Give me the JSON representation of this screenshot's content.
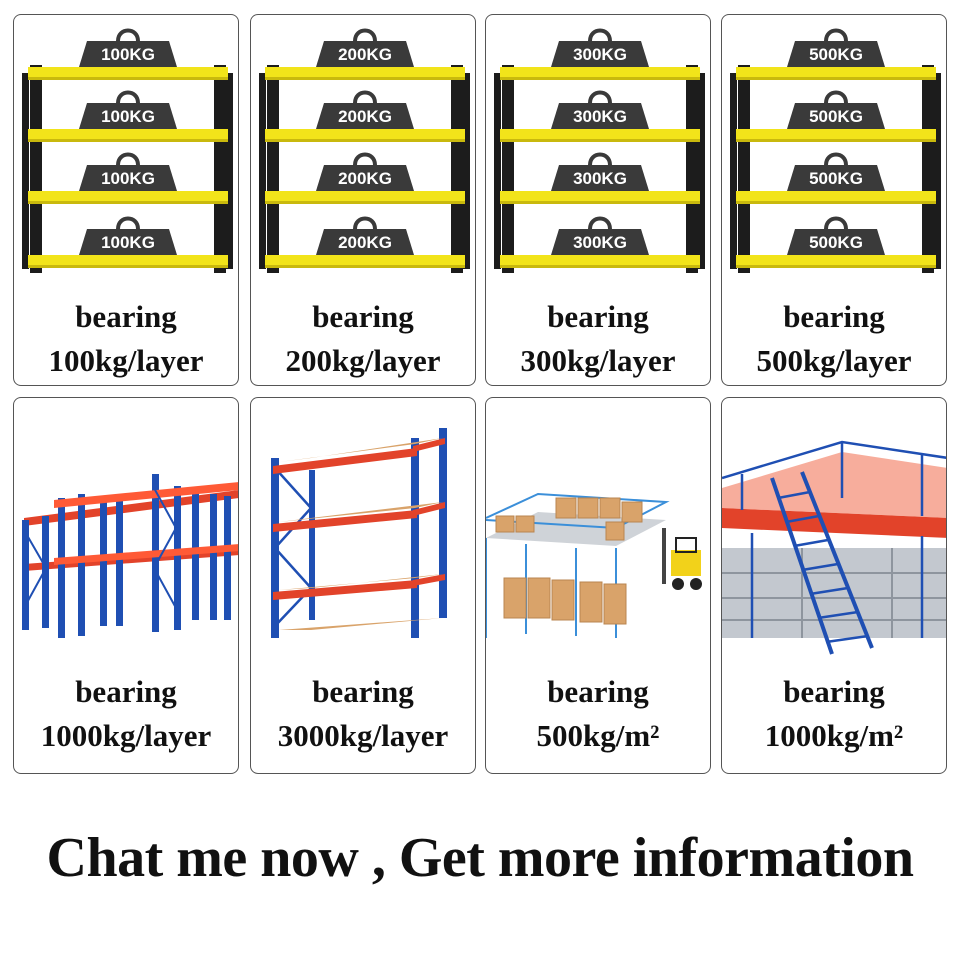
{
  "colors": {
    "yellow": "#f2e41a",
    "rack_black": "#1c1c1c",
    "weight": "#3a3a3a",
    "blue": "#1f4fb3",
    "red": "#e2432a",
    "box": "#d9a36a"
  },
  "cards": [
    {
      "weight_label": "100KG",
      "caption_line1": "bearing",
      "caption_line2": "100kg/layer"
    },
    {
      "weight_label": "200KG",
      "caption_line1": "bearing",
      "caption_line2": "200kg/layer"
    },
    {
      "weight_label": "300KG",
      "caption_line1": "bearing",
      "caption_line2": "300kg/layer"
    },
    {
      "weight_label": "500KG",
      "caption_line1": "bearing",
      "caption_line2": "500kg/layer"
    },
    {
      "caption_line1": "bearing",
      "caption_line2": "1000kg/layer",
      "illustration": "heavy-duty-pallet-rack"
    },
    {
      "caption_line1": "bearing",
      "caption_line2": "3000kg/layer",
      "illustration": "pallet-rack-with-pallets"
    },
    {
      "caption_line1": "bearing",
      "caption_line2": "500kg/m²",
      "illustration": "mezzanine-with-boxes-and-forklift"
    },
    {
      "caption_line1": "bearing",
      "caption_line2": "1000kg/m²",
      "illustration": "mezzanine-with-stairs"
    }
  ],
  "cta": {
    "text": "Chat me now , Get more information"
  }
}
